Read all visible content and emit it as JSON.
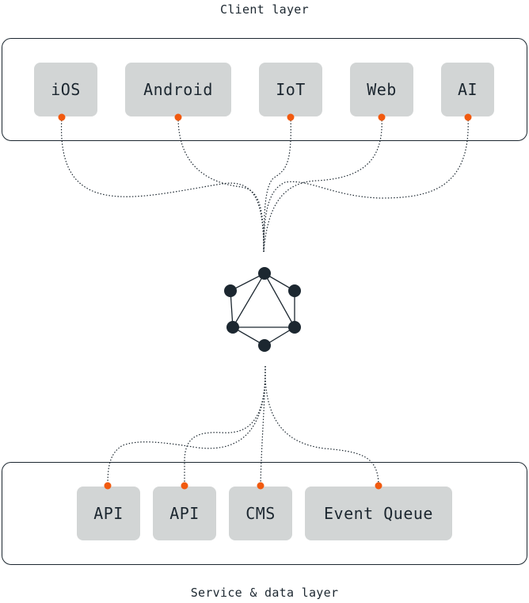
{
  "client_layer": {
    "title": "Client layer",
    "nodes": [
      {
        "label": "iOS"
      },
      {
        "label": "Android"
      },
      {
        "label": "IoT"
      },
      {
        "label": "Web"
      },
      {
        "label": "AI"
      }
    ]
  },
  "hub": {
    "icon": "graphql-hexagon-icon"
  },
  "service_layer": {
    "title": "Service & data layer",
    "nodes": [
      {
        "label": "API"
      },
      {
        "label": "API"
      },
      {
        "label": "CMS"
      },
      {
        "label": "Event Queue"
      }
    ]
  },
  "colors": {
    "port": "#f15a0f",
    "node_fill": "#d2d5d5",
    "ink": "#1c2730"
  }
}
